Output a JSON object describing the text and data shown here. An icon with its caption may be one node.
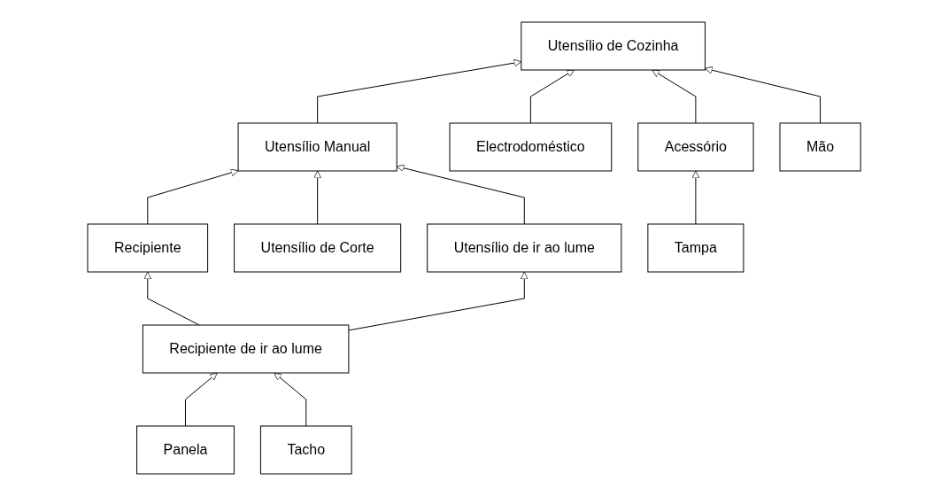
{
  "diagram": {
    "nodes": [
      {
        "text": [
          "Utensílio de Cozinha"
        ]
      },
      {
        "text": [
          "Utensílio Manual"
        ]
      },
      {
        "text": [
          "Electrodoméstico"
        ]
      },
      {
        "text": [
          "Acessório"
        ]
      },
      {
        "text": [
          "Mão"
        ]
      },
      {
        "text": [
          "Recipiente"
        ]
      },
      {
        "text": [
          "Utensílio de Corte"
        ]
      },
      {
        "text": [
          "Utensílio de ir ao lume"
        ]
      },
      {
        "text": [
          "Tampa"
        ]
      },
      {
        "text": [
          "Recipiente de ir ao lume"
        ]
      },
      {
        "text": [
          "Panela"
        ]
      },
      {
        "text": [
          "Tacho"
        ]
      }
    ],
    "edges": [
      {
        "from": 1,
        "to": 0,
        "arrow": "to"
      },
      {
        "from": 2,
        "to": 0,
        "arrow": "to"
      },
      {
        "from": 3,
        "to": 0,
        "arrow": "to"
      },
      {
        "from": 4,
        "to": 0,
        "arrow": "to"
      },
      {
        "from": 5,
        "to": 1,
        "arrow": "to"
      },
      {
        "from": 6,
        "to": 1,
        "arrow": "to"
      },
      {
        "from": 7,
        "to": 1,
        "arrow": "to"
      },
      {
        "from": 8,
        "to": 3,
        "arrow": "to"
      },
      {
        "from": 9,
        "to": 5,
        "arrow": "to"
      },
      {
        "from": 9,
        "to": 7,
        "arrow": "to"
      },
      {
        "from": 10,
        "to": 9,
        "arrow": "to"
      },
      {
        "from": 11,
        "to": 9,
        "arrow": "to"
      }
    ]
  }
}
